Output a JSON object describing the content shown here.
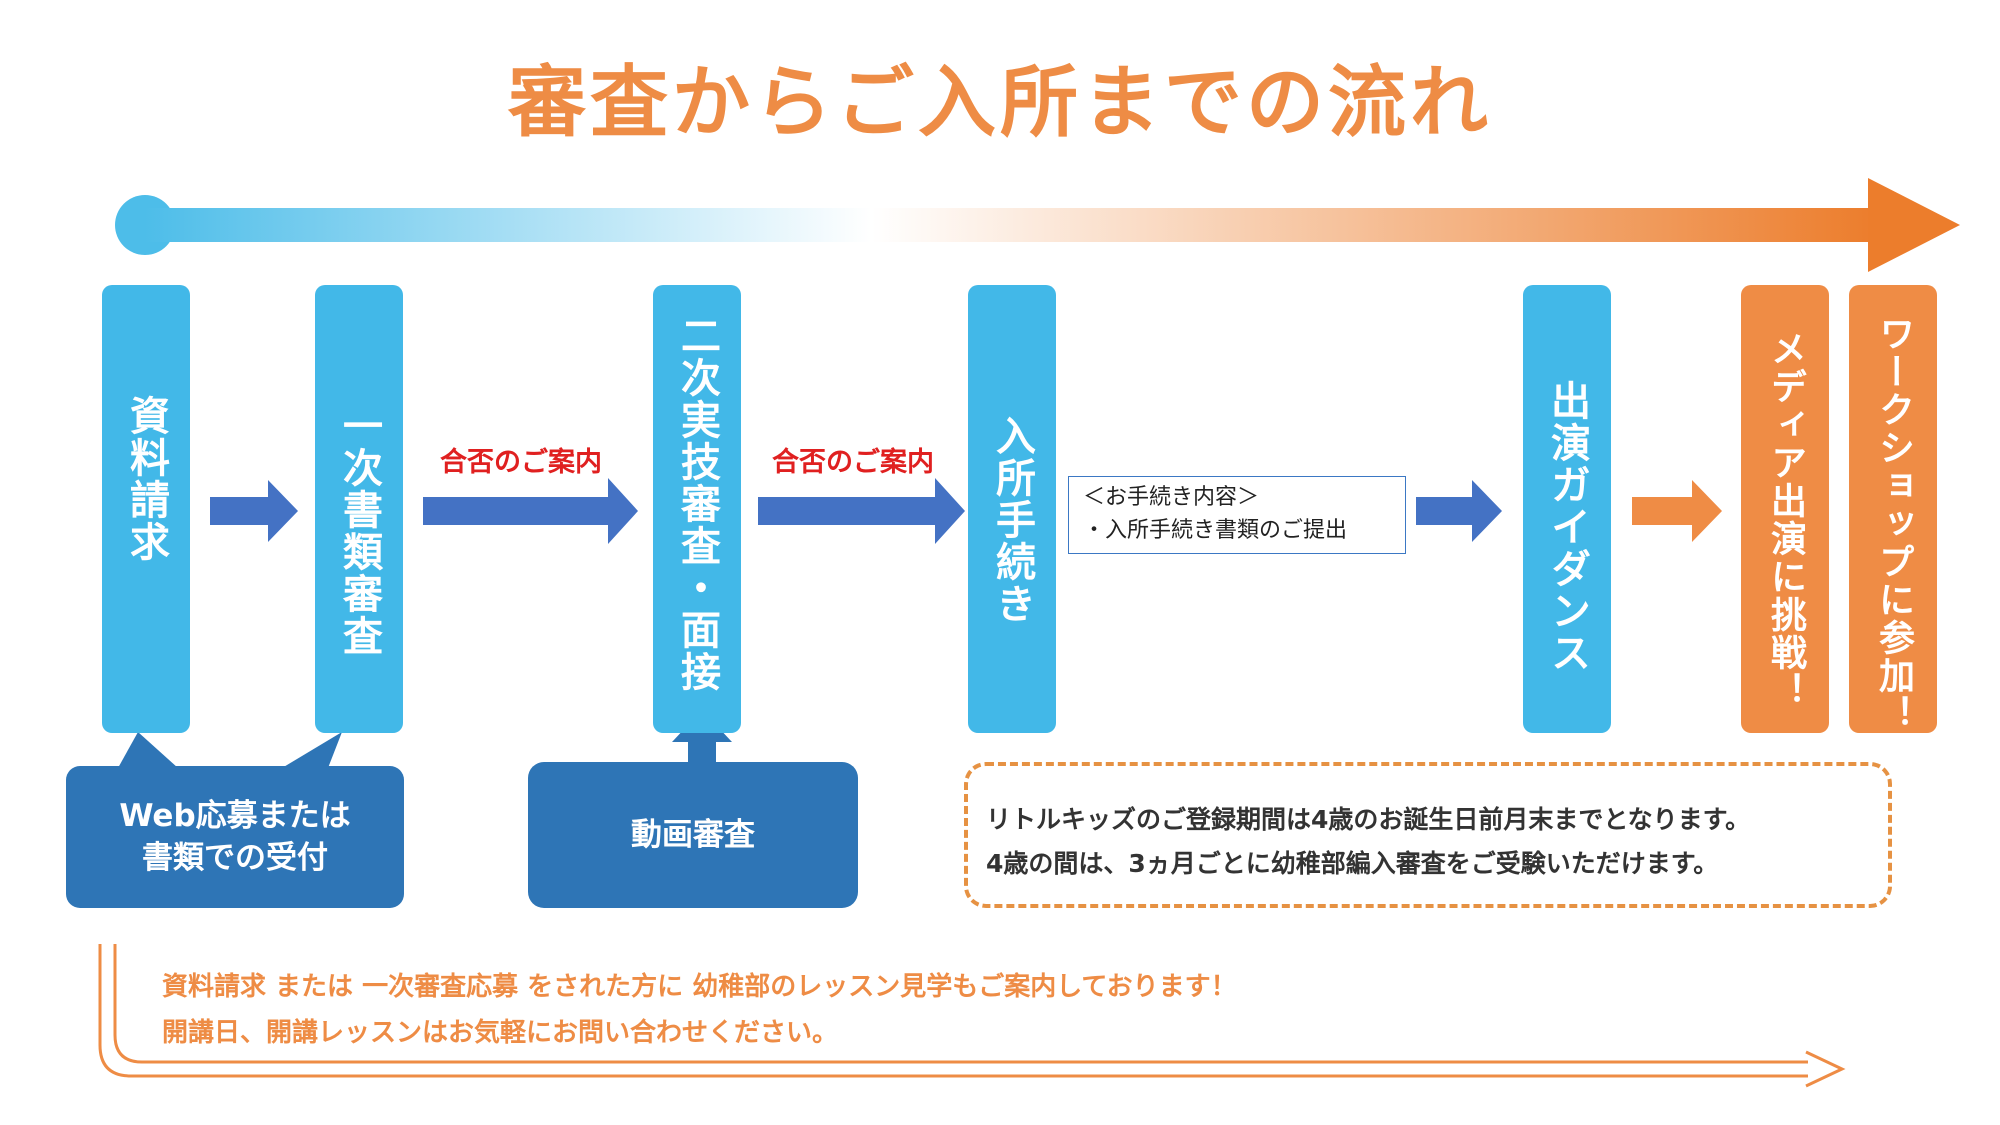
{
  "title": "審査からご入所までの流れ",
  "steps": [
    {
      "label": "資料請求"
    },
    {
      "label": "一次書類審査"
    },
    {
      "label": "二次実技審査・面接"
    },
    {
      "label": "入所手続き"
    },
    {
      "label": "出演ガイダンス"
    },
    {
      "label": "メディア出演に挑戦！"
    },
    {
      "label": "ワークショップに参加！"
    }
  ],
  "transitions": {
    "pass_notice_1": "合否のご案内",
    "pass_notice_2": "合否のご案内"
  },
  "procedure_note": {
    "heading": "＜お手続き内容＞",
    "item": "・入所手続き書類のご提出"
  },
  "callouts": {
    "web_application_line1": "Web応募または",
    "web_application_line2": "書類での受付",
    "video_review": "動画審査"
  },
  "info_box": {
    "line1": "リトルキッズのご登録期間は4歳のお誕生日前月末までとなります。",
    "line2": "4歳の間は、3ヵ月ごとに幼稚部編入審査をご受験いただけます。"
  },
  "bottom_note": {
    "line1": "資料請求 または 一次審査応募 をされた方に 幼稚部のレッスン見学もご案内しております！",
    "line2": "開講日、開講レッスンはお気軽にお問い合わせください。"
  },
  "colors": {
    "title": "#ee8c45",
    "step_blue": "#42b8e8",
    "step_orange": "#ef8c45",
    "arrow_blue": "#4472c4",
    "arrow_orange": "#ef8c45",
    "callout_blue": "#2e75b6",
    "red_label": "#e02020"
  }
}
